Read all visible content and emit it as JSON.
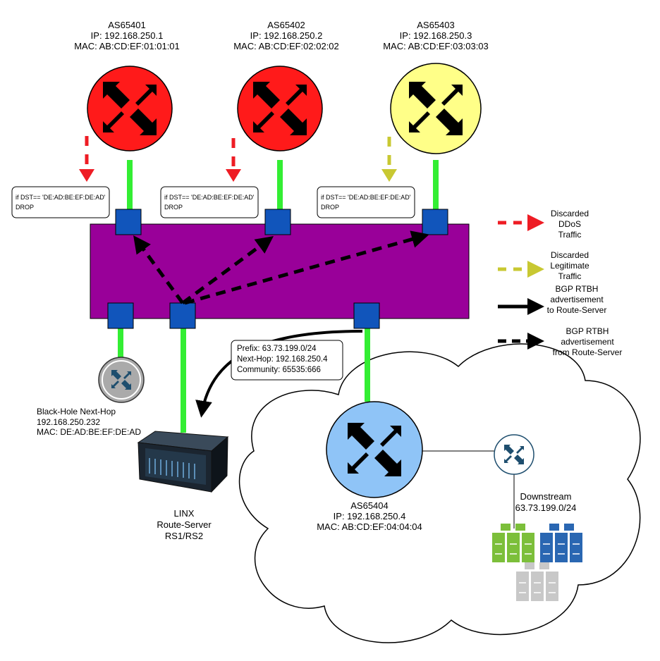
{
  "routers": {
    "as65401": {
      "name": "AS65401",
      "ip": "IP: 192.168.250.1",
      "mac": "MAC: AB:CD:EF:01:01:01",
      "color": "#ff1a1a"
    },
    "as65402": {
      "name": "AS65402",
      "ip": "IP: 192.168.250.2",
      "mac": "MAC: AB:CD:EF:02:02:02",
      "color": "#ff1a1a"
    },
    "as65403": {
      "name": "AS65403",
      "ip": "IP: 192.168.250.3",
      "mac": "MAC: AB:CD:EF:03:03:03",
      "color": "#ffff88"
    },
    "as65404": {
      "name": "AS65404",
      "ip": "IP: 192.168.250.4",
      "mac": "MAC: AB:CD:EF:04:04:04",
      "color": "#8fc4f7"
    }
  },
  "filters": {
    "line1": "if DST== 'DE:AD:BE:EF:DE:AD'",
    "line2": "DROP"
  },
  "blackhole": {
    "line1": "Black-Hole Next-Hop",
    "line2": "192.168.250.232",
    "line3": "MAC: DE:AD:BE:EF:DE:AD"
  },
  "route_server": {
    "line1": "LINX",
    "line2": "Route-Server",
    "line3": "RS1/RS2"
  },
  "advertisement": {
    "prefix": "Prefix: 63.73.199.0/24",
    "next_hop": "Next-Hop: 192.168.250.4",
    "community": "Community: 65535:666"
  },
  "downstream": {
    "line1": "Downstream",
    "line2": "63.73.199.0/24"
  },
  "legend": {
    "ddos": [
      "Discarded",
      "DDoS",
      "Traffic"
    ],
    "legit": [
      "Discarded",
      "Legitimate",
      "Traffic"
    ],
    "to_rs": [
      "BGP RTBH",
      "advertisement",
      "to Route-Server"
    ],
    "from_rs": [
      "BGP RTBH",
      "advertisement",
      "from Route-Server"
    ]
  },
  "colors": {
    "ixp_fabric": "#990099",
    "port": "#1155bb",
    "link": "#33ee33",
    "ddos_arrow": "#ee1c24",
    "legit_arrow": "#c8c832",
    "bgp_arrow": "#000000"
  }
}
